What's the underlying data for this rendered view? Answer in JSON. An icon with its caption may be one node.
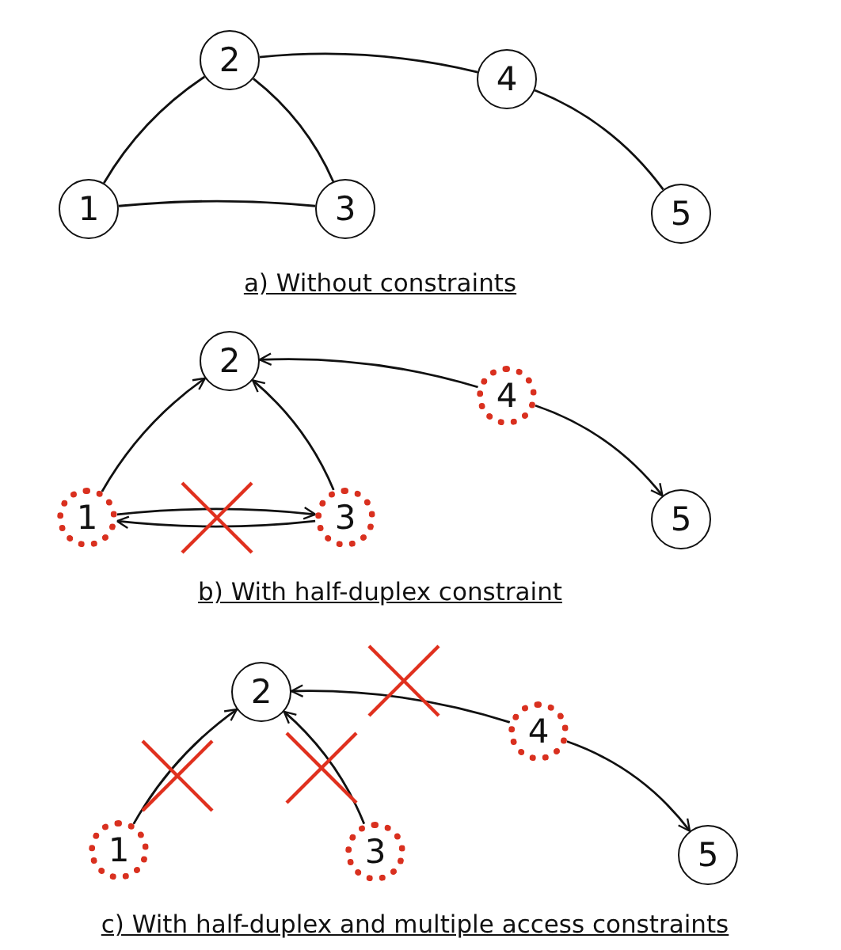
{
  "diagram": {
    "nodes": [
      {
        "text": [
          "1"
        ]
      },
      {
        "text": [
          "2"
        ]
      },
      {
        "text": [
          "3"
        ]
      },
      {
        "text": [
          "4"
        ]
      },
      {
        "text": [
          "5"
        ]
      },
      {
        "text": [
          "1"
        ]
      },
      {
        "text": [
          "2"
        ]
      },
      {
        "text": [
          "3"
        ]
      },
      {
        "text": [
          "4"
        ]
      },
      {
        "text": [
          "5"
        ]
      },
      {
        "text": [
          "1"
        ]
      },
      {
        "text": [
          "2"
        ]
      },
      {
        "text": [
          "3"
        ]
      },
      {
        "text": [
          "4"
        ]
      },
      {
        "text": [
          "5"
        ]
      }
    ],
    "edges": [
      {
        "from": 0,
        "to": 1,
        "arrow": "none"
      },
      {
        "from": 1,
        "to": 2,
        "arrow": "none"
      },
      {
        "from": 0,
        "to": 2,
        "arrow": "none"
      },
      {
        "from": 1,
        "to": 3,
        "arrow": "none"
      },
      {
        "from": 3,
        "to": 4,
        "arrow": "none"
      },
      {
        "from": 5,
        "to": 6,
        "arrow": "to"
      },
      {
        "from": 7,
        "to": 6,
        "arrow": "to"
      },
      {
        "from": 5,
        "to": 7,
        "arrow": "to"
      },
      {
        "from": 7,
        "to": 5,
        "arrow": "to"
      },
      {
        "from": 8,
        "to": 6,
        "arrow": "to"
      },
      {
        "from": 8,
        "to": 9,
        "arrow": "to"
      },
      {
        "from": 10,
        "to": 11,
        "arrow": "to"
      },
      {
        "from": 12,
        "to": 11,
        "arrow": "to"
      },
      {
        "from": 13,
        "to": 11,
        "arrow": "to"
      },
      {
        "from": 13,
        "to": 14,
        "arrow": "to"
      }
    ],
    "labels": [
      "a) Without constraints",
      "b) With half-duplex constraint",
      "c) With half-duplex and multiple access constraints"
    ]
  }
}
